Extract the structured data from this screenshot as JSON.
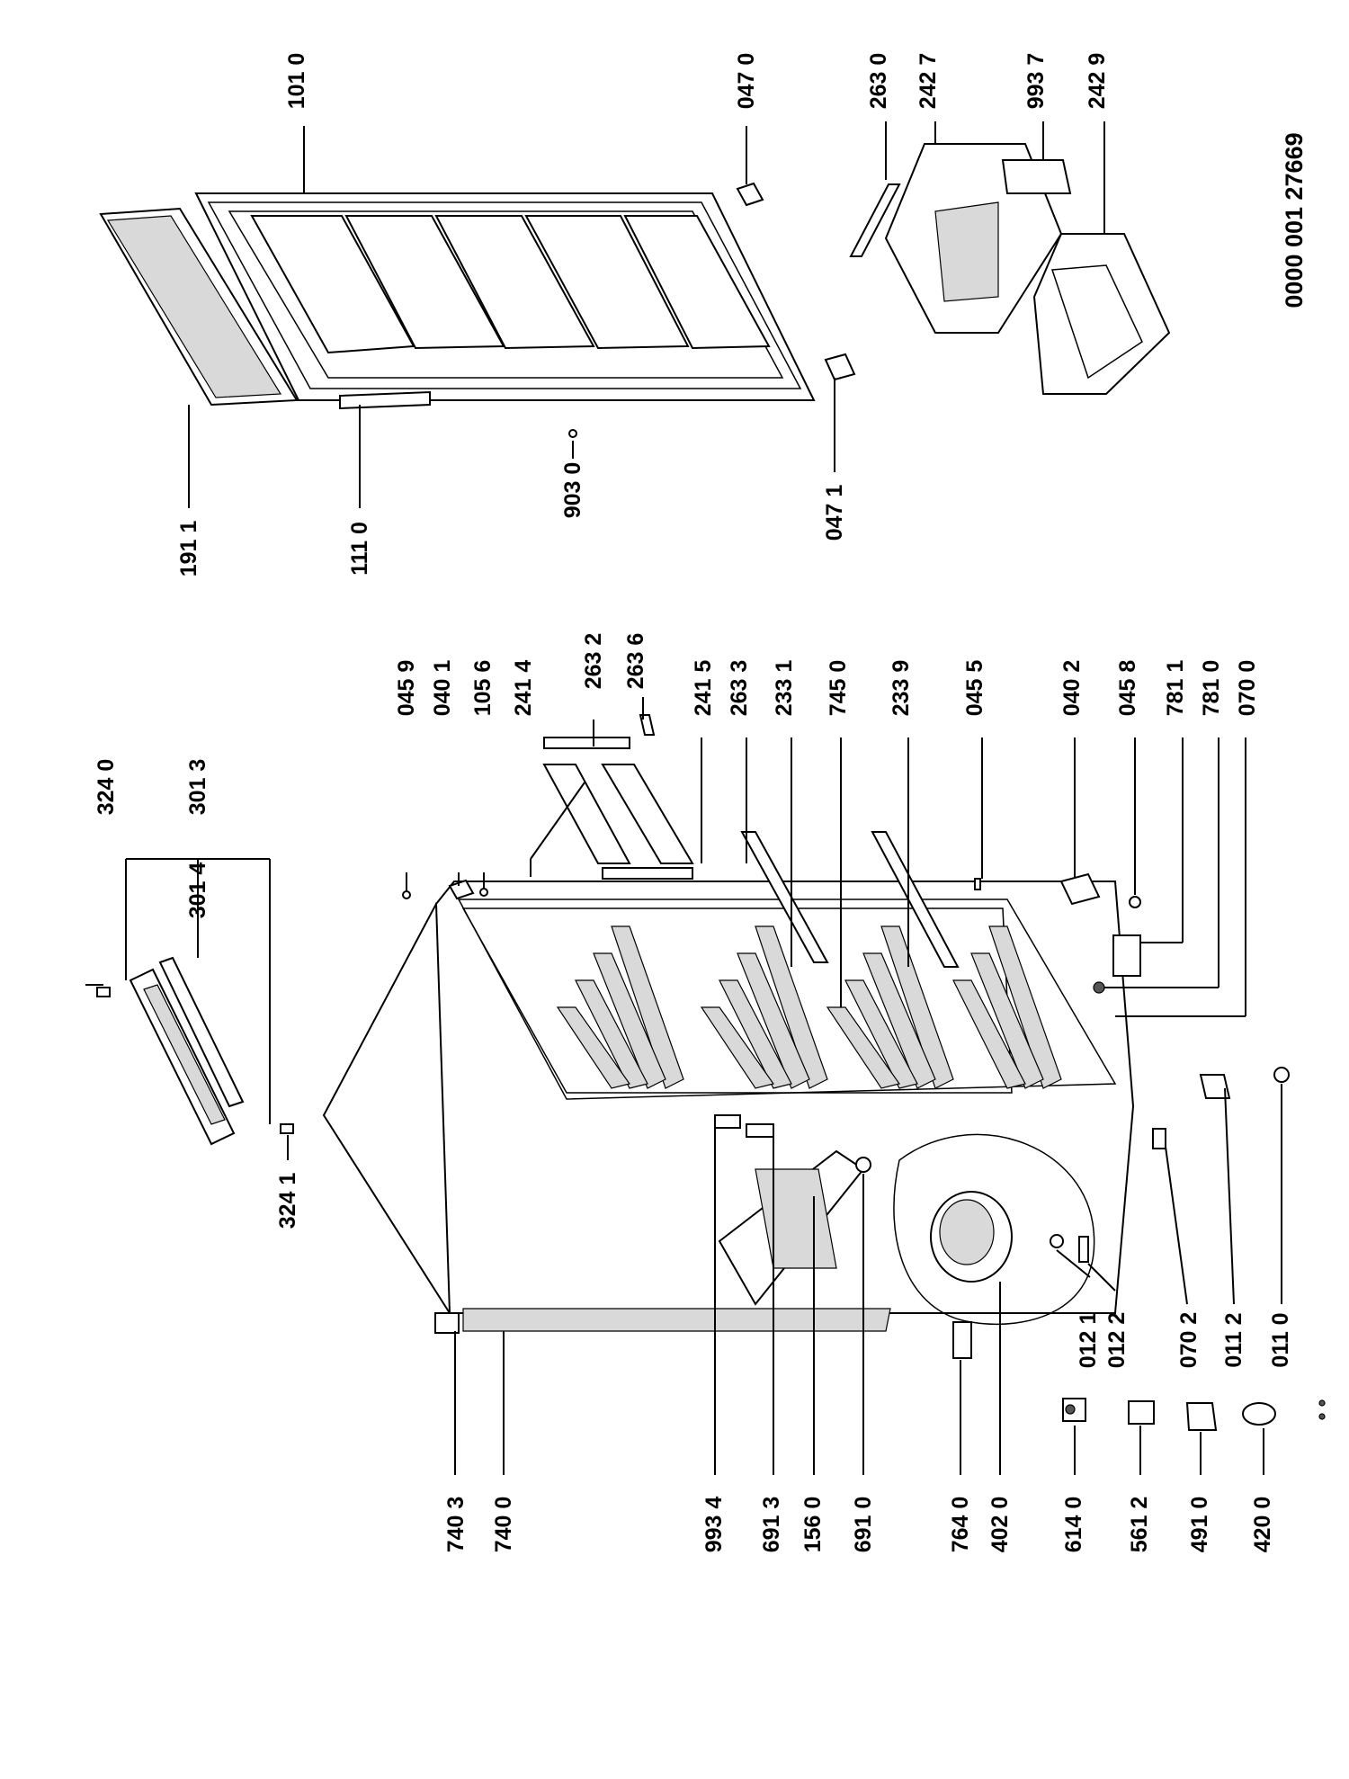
{
  "document_number": "0000 001 27669",
  "part_labels": {
    "p101_0": "101 0",
    "p047_0": "047 0",
    "p263_0": "263 0",
    "p242_7": "242 7",
    "p993_7": "993 7",
    "p242_9": "242 9",
    "p191_1": "191 1",
    "p111_0": "111 0",
    "p903_0": "903 0",
    "p047_1": "047 1",
    "p324_0": "324 0",
    "p301_3": "301 3",
    "p301_4": "301 4",
    "p324_1": "324 1",
    "p045_9": "045 9",
    "p040_1": "040 1",
    "p105_6": "105 6",
    "p241_4": "241 4",
    "p263_2": "263 2",
    "p263_6": "263 6",
    "p241_5": "241 5",
    "p263_3": "263 3",
    "p233_1": "233 1",
    "p745_0": "745 0",
    "p233_9": "233 9",
    "p045_5": "045 5",
    "p040_2": "040 2",
    "p045_8": "045 8",
    "p781_1": "781 1",
    "p781_0": "781 0",
    "p070_0": "070 0",
    "p012_1": "012 1",
    "p012_2": "012 2",
    "p070_2": "070 2",
    "p011_2": "011 2",
    "p011_0": "011 0",
    "p740_3": "740 3",
    "p740_0": "740 0",
    "p993_4": "993 4",
    "p691_3": "691 3",
    "p156_0": "156 0",
    "p691_0": "691 0",
    "p764_0": "764 0",
    "p402_0": "402 0",
    "p614_0": "614 0",
    "p561_2": "561 2",
    "p491_0": "491 0",
    "p420_0": "420 0"
  }
}
